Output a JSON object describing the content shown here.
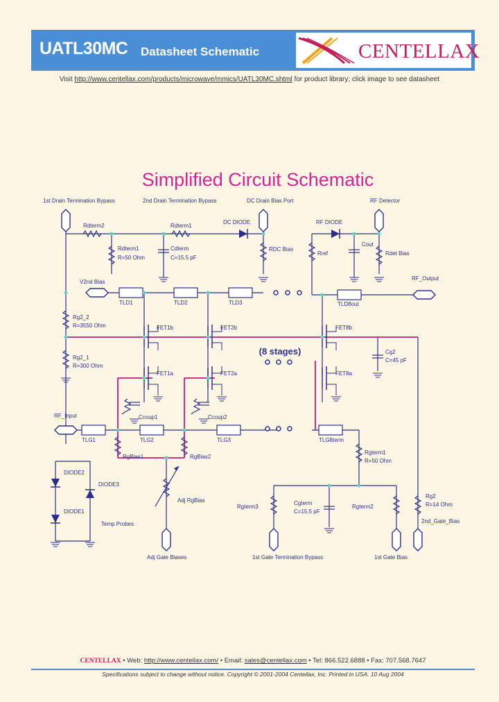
{
  "header": {
    "title": "UATL30MC",
    "subtitle": "Datasheet Schematic",
    "logo_text": "CENTELLAX"
  },
  "visit": {
    "prefix": "Visit",
    "link": "http://www.centellax.com/products/microwave/mmics/UATL30MC.shtml",
    "suffix": "for product library; click image to see datasheet"
  },
  "schematic": {
    "title": "Simplified Circuit Schematic",
    "stages_label": "(8 stages)",
    "labels": {
      "port1": "1st Drain Termination Bypass",
      "port2": "2nd Drain Termination Bypass",
      "port3": "DC Drain Bias Port",
      "port4": "RF Detector",
      "rdterm2": "Rdterm2",
      "rdterm1": "Rdterm1",
      "rdterm1_val": "R=50 Ohm",
      "cdterm": "Cdterm",
      "cdterm_val": "C=15.5 pF",
      "dc_diode": "DC DIODE",
      "rf_diode": "RF DIODE",
      "rdc_bias": "RDC Bias",
      "rref": "Rref",
      "cout": "Cout",
      "rdet_bias": "Rdet Bias",
      "rf_output": "RF_Output",
      "v2nd_bias": "V2nd Bias",
      "tld1": "TLD1",
      "tld2": "TLD2",
      "tld3": "TLD3",
      "tld8": "TLD8out",
      "rg2_2": "Rg2_2",
      "rg2_2_val": "R=3550 Ohm",
      "rg2_1": "Rg2_1",
      "rg2_1_val": "R=300 Ohm",
      "fet1b": "FET1b",
      "fet2b": "FET2b",
      "fet8b": "FET8b",
      "fet1a": "FET1a",
      "fet2a": "FET2a",
      "fet8a": "FET8a",
      "cg2": "Cg2",
      "cg2_val": "C=45 pF",
      "ccoup1": "Ccoup1",
      "ccoup2": "Ccoup2",
      "rf_input": "RF_Input",
      "tlg1": "TLG1",
      "tlg2": "TLG2",
      "tlg3": "TLG3",
      "tlg8": "TLG8term",
      "rgbias1": "RgBias1",
      "rgbias2": "RgBias2",
      "rgterm1": "Rgterm1",
      "rgterm1_val": "R=50 Ohm",
      "diode2": "DIODE2",
      "diode1": "DIODE1",
      "diode3": "DIODE3",
      "temp_probes": "Temp Probes",
      "adj_rgbias": "Adj RgBias",
      "adj_gate_bias": "Adj Gate Biases",
      "rgterm3": "Rgterm3",
      "cgterm": "Cgterm",
      "cgterm_val": "C=15.5 pF",
      "rgterm2": "Rgterm2",
      "rg2": "Rg2",
      "rg2_val": "R=14 Ohm",
      "gate_term_bypass": "1st Gate Termination Bypass",
      "gate_bias_1st": "1st Gate Bias",
      "gate_bias_2nd": "2nd_Gate_Bias"
    }
  },
  "footer": {
    "brand": "CENTELLAX",
    "web_label": "Web:",
    "web": "http://www.centellax.com/",
    "email_label": "Email:",
    "email": "sales@centellax.com",
    "tel": "Tel: 866.522.6888",
    "fax": "Fax: 707.568.7647",
    "spec": "Specifications subject to change without notice. Copyright © 2001-2004 Centellax, Inc. Printed in USA. 10 Aug 2004"
  },
  "colors": {
    "header_blue": "#4a8fd6",
    "brand_magenta": "#c21f5b",
    "title_magenta": "#d6239a",
    "schematic_blue": "#2b2e8c",
    "bias_magenta": "#c8197a",
    "teal_fill": "#5fd3c3",
    "background": "#fdf6e4"
  }
}
